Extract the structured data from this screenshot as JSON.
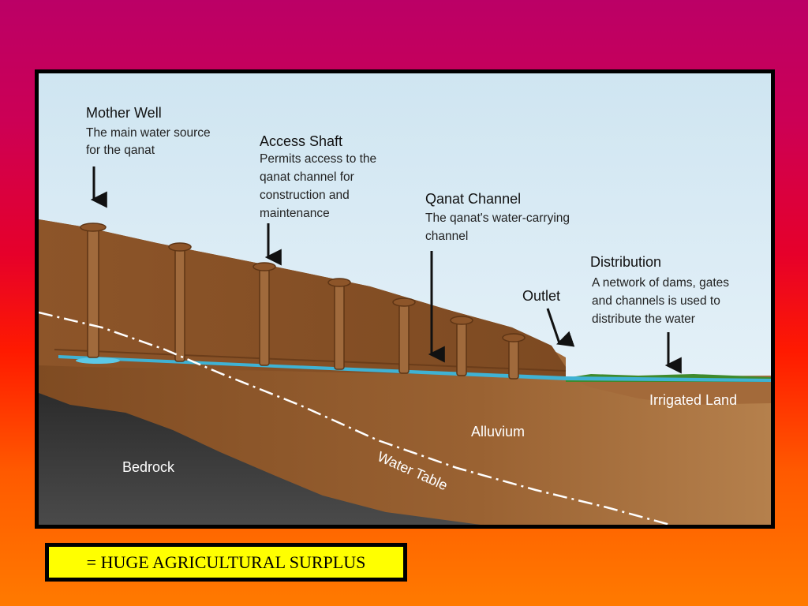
{
  "diagram": {
    "mother_well": {
      "title": "Mother Well",
      "desc": [
        "The main water source",
        "for the qanat"
      ]
    },
    "access_shaft": {
      "title": "Access Shaft",
      "desc": [
        "Permits access to the",
        "qanat channel for",
        "construction and",
        "maintenance"
      ]
    },
    "qanat_channel": {
      "title": "Qanat Channel",
      "desc": [
        "The qanat's water-carrying",
        "channel"
      ]
    },
    "outlet": {
      "title": "Outlet"
    },
    "distribution": {
      "title": "Distribution",
      "desc": [
        "A network of dams, gates",
        "and channels is used to",
        "distribute the water"
      ]
    },
    "ground_labels": {
      "irrigated_land": "Irrigated Land",
      "alluvium": "Alluvium",
      "bedrock": "Bedrock",
      "water_table": "Water Table"
    },
    "colors": {
      "sky_top": "#cde3ef",
      "sky_bottom": "#eaf4fa",
      "soil": "#8a5228",
      "soil_light": "#b07542",
      "bedrock": "#3a3a3a",
      "water": "#49b8d6",
      "grass": "#3f8a2c"
    }
  },
  "footer": {
    "surplus_text": "= HUGE AGRICULTURAL SURPLUS"
  }
}
